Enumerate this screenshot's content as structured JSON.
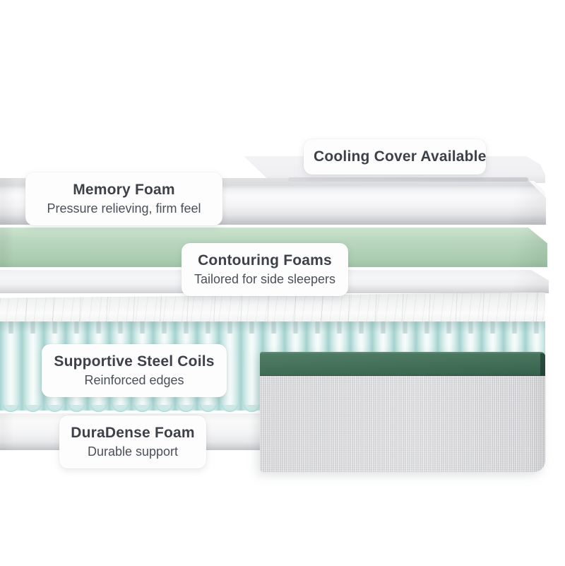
{
  "background": "#ffffff",
  "labels": {
    "cooling_cover": {
      "title": "Cooling Cover Available"
    },
    "memory_foam": {
      "title": "Memory Foam",
      "subtitle": "Pressure relieving, firm feel"
    },
    "contouring_foams": {
      "title": "Contouring Foams",
      "subtitle": "Tailored for side sleepers"
    },
    "steel_coils": {
      "title": "Supportive Steel Coils",
      "subtitle": "Reinforced edges"
    },
    "duradense_foam": {
      "title": "DuraDense Foam",
      "subtitle": "Durable support"
    }
  },
  "layer_colors": {
    "cover_white": "#f4f4f6",
    "memory_foam_top": "#dcdde0",
    "memory_foam_front": "#f6f6f8",
    "contour_foam_green": "#b3d2b8",
    "transition_foam_white": "#f3f3f5",
    "coil_mint": "#cde8e6",
    "coil_mint_edge": "#a5d2cf",
    "quilt_white": "#f2f3f3",
    "duradense_white": "#f3f3f4",
    "corner_band_green": "#3e6a55",
    "corner_fabric_gray": "#d9d9db",
    "label_title_text": "#3d4249",
    "label_subtitle_text": "#4a5058"
  }
}
